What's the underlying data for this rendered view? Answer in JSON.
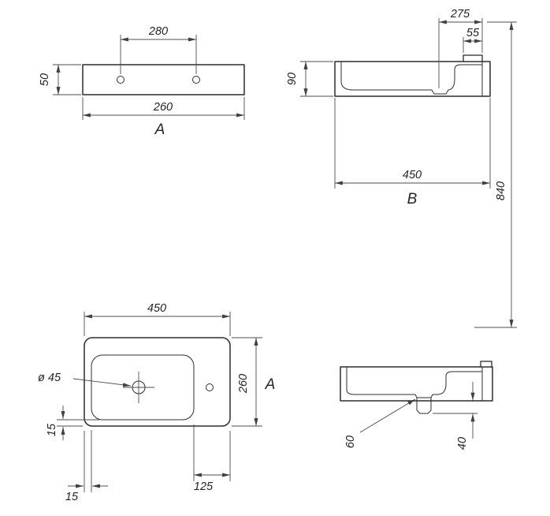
{
  "views": {
    "rear_view": {
      "label": "A",
      "dim_hole_spacing": "280",
      "dim_height": "50",
      "dim_width": "260"
    },
    "side_section": {
      "label": "B",
      "dim_drain_offset": "275",
      "dim_tap_offset": "55",
      "dim_rim_height": "90",
      "dim_width": "450",
      "dim_mount_height": "840"
    },
    "plan_view": {
      "label": "A",
      "dim_width": "450",
      "dim_depth": "260",
      "dim_drain_diameter": "ø 45",
      "dim_gap_left": "15",
      "dim_gap_bottom": "15",
      "dim_right_ledge": "125"
    },
    "front_section": {
      "dim_drain_offset": "60",
      "dim_trap_depth": "40"
    }
  }
}
